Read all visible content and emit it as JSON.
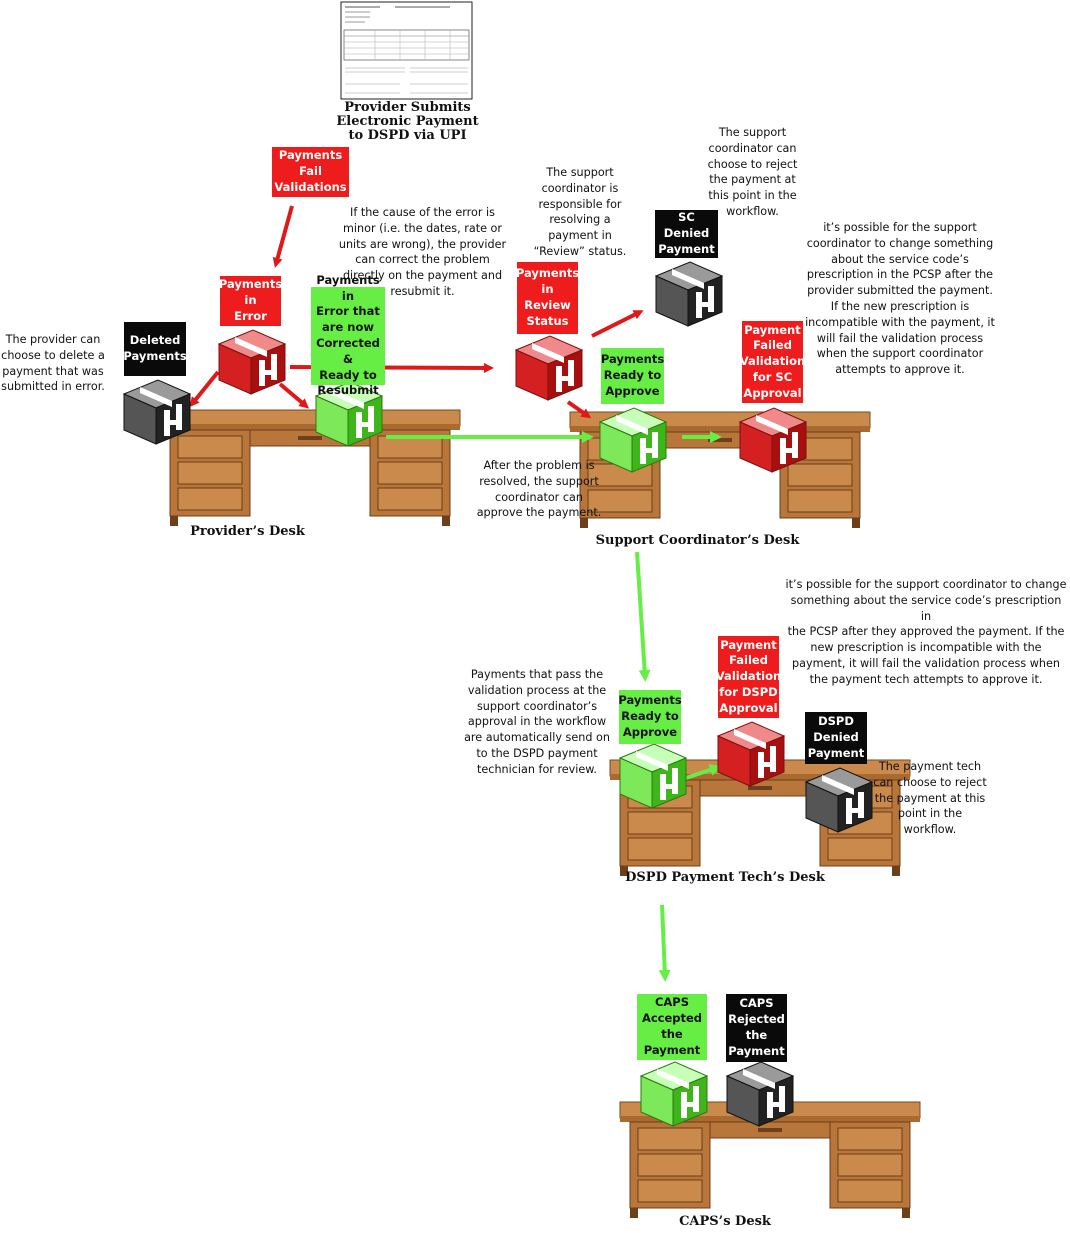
{
  "submission": {
    "title": "Provider Submits\nElectronic Payment\nto DSPD via UPI"
  },
  "desks": {
    "provider": "Provider’s Desk",
    "support_coordinator": "Support Coordinator’s Desk",
    "payment_tech": "DSPD Payment Tech’s Desk",
    "caps": "CAPS’s Desk"
  },
  "labels": {
    "fail_validations": "Payments\nFail\nValidations",
    "payments_in_error": "Payments\nin\nError",
    "corrected_resubmit": "Payments in\nError that\nare now\nCorrected &\nReady to\nResubmit",
    "deleted_payments": "Deleted\nPayments",
    "review_status": "Payments\nin\nReview\nStatus",
    "sc_denied": "SC Denied\nPayment",
    "sc_ready_to_approve": "Payments\nReady to\nApprove",
    "failed_sc_approval": "Payment\nFailed\nValidation\nfor SC\nApproval",
    "tech_ready_to_approve": "Payments\nReady to\nApprove",
    "failed_dspd_approval": "Payment\nFailed\nValidation\nfor DSPD\nApproval",
    "dspd_denied": "DSPD\nDenied\nPayment",
    "caps_accepted": "CAPS\nAccepted\nthe\nPayment",
    "caps_rejected": "CAPS\nRejected\nthe\nPayment"
  },
  "notes": {
    "minor_error": "If the cause of the error is\nminor (i.e. the dates, rate or\nunits are wrong), the provider\ncan correct the problem\ndirectly on the payment and\nresubmit it.",
    "provider_delete": "The provider can\nchoose to delete a\npayment that was\nsubmitted in error.",
    "sc_review": "The support\ncoordinator is\nresponsible for\nresolving a\npayment in\n“Review” status.",
    "sc_reject": "The support\ncoordinator can\nchoose to reject\nthe payment at\nthis point in the\nworkflow.",
    "sc_pcsp_change": "it’s possible for the support\ncoordinator to change something\nabout the service code’s\nprescription in the PCSP  after the\nprovider submitted the payment.\nIf the new prescription is\nincompatible with the payment, it\nwill fail the validation process\nwhen the support coordinator\nattempts to approve it.",
    "after_resolved": "After the problem is\nresolved, the support\ncoordinator can\napprove the payment.",
    "tech_pcsp_change": "it’s possible for the support coordinator to change\nsomething about the service code’s prescription in\nthe PCSP after they approved the payment.  If the\nnew prescription is incompatible with the\npayment, it will fail the validation process when\nthe payment tech attempts to approve it.",
    "auto_send": "Payments that pass the\nvalidation process at the\nsupport coordinator’s\napproval in the workflow\nare automatically send on\nto the DSPD payment\ntechnician for review.",
    "tech_reject": "The payment tech\ncan choose to reject\nthe payment at this\npoint in the\nworkflow."
  },
  "colors": {
    "red": "#ee1c1c",
    "green": "#66ee44",
    "black": "#0a0a0a",
    "desk_wood": "#c8874a"
  },
  "icons": [
    "document-form-icon",
    "desk-icon",
    "package-box-icon",
    "flow-arrow-icon"
  ]
}
